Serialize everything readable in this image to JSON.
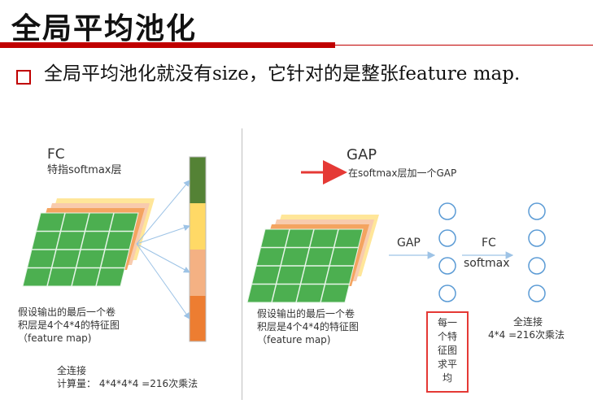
{
  "title": "全局平均池化",
  "bullet": "全局平均池化就没有size，它针对的是整张feature map.",
  "left": {
    "fc_label": "FC",
    "fc_sub": "特指softmax层",
    "assume_1": "假设输出的最后一个卷",
    "assume_2": "积层是4个4*4的特征图",
    "assume_3": "（feature map)",
    "full_conn": "全连接",
    "calc": "计算量：  4*4*4*4 =216次乘法",
    "vector_colors": [
      "#548235",
      "#ffd966",
      "#f4b183",
      "#ed7d31"
    ]
  },
  "right": {
    "gap_label": "GAP",
    "gap_sub": "在softmax层加一个GAP",
    "gap_arrow_label": "GAP",
    "fc_label": "FC",
    "softmax_label": "softmax",
    "assume_1": "假设输出的最后一个卷",
    "assume_2": "积层是4个4*4的特征图",
    "assume_3": "（feature map)",
    "box_text": "每一个特征图求平均",
    "box_lines": [
      "每一",
      "个特",
      "征图",
      "求平",
      "均"
    ],
    "full_conn": "全连接",
    "calc": "4*4 =216次乘法"
  },
  "colors": {
    "accent_red": "#c00000",
    "grid_green": "#4caf50",
    "layer_orange": "#f4a460",
    "layer_peach": "#f8cbad",
    "layer_yellow": "#ffe699",
    "arrow_blue": "#9dc3e6",
    "circle_blue": "#5b9bd5"
  }
}
